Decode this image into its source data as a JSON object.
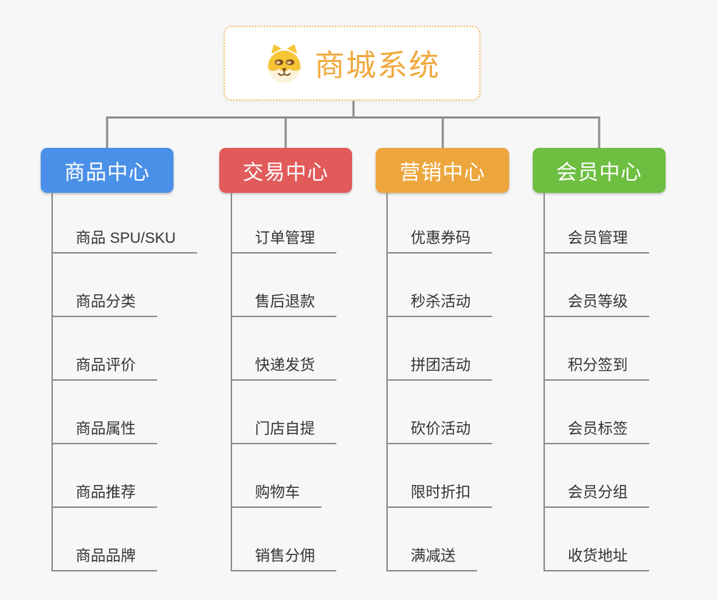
{
  "root": {
    "title": "商城系统",
    "icon": "doge-icon"
  },
  "branches": [
    {
      "label": "商品中心",
      "color": "#4b90e8",
      "items": [
        "商品 SPU/SKU",
        "商品分类",
        "商品评价",
        "商品属性",
        "商品推荐",
        "商品品牌"
      ]
    },
    {
      "label": "交易中心",
      "color": "#e25b5b",
      "items": [
        "订单管理",
        "售后退款",
        "快递发货",
        "门店自提",
        "购物车",
        "销售分佣"
      ]
    },
    {
      "label": "营销中心",
      "color": "#eda63e",
      "items": [
        "优惠券码",
        "秒杀活动",
        "拼团活动",
        "砍价活动",
        "限时折扣",
        "满减送"
      ]
    },
    {
      "label": "会员中心",
      "color": "#6ebe41",
      "items": [
        "会员管理",
        "会员等级",
        "积分签到",
        "会员标签",
        "会员分组",
        "收货地址"
      ]
    }
  ],
  "colors": {
    "background": "#f7f7f7",
    "connector": "#8e8e8e",
    "underline": "#8c8c8c",
    "leaf_text": "#333333",
    "root_text": "#f0a93c",
    "root_border": "#f2bc6b"
  }
}
